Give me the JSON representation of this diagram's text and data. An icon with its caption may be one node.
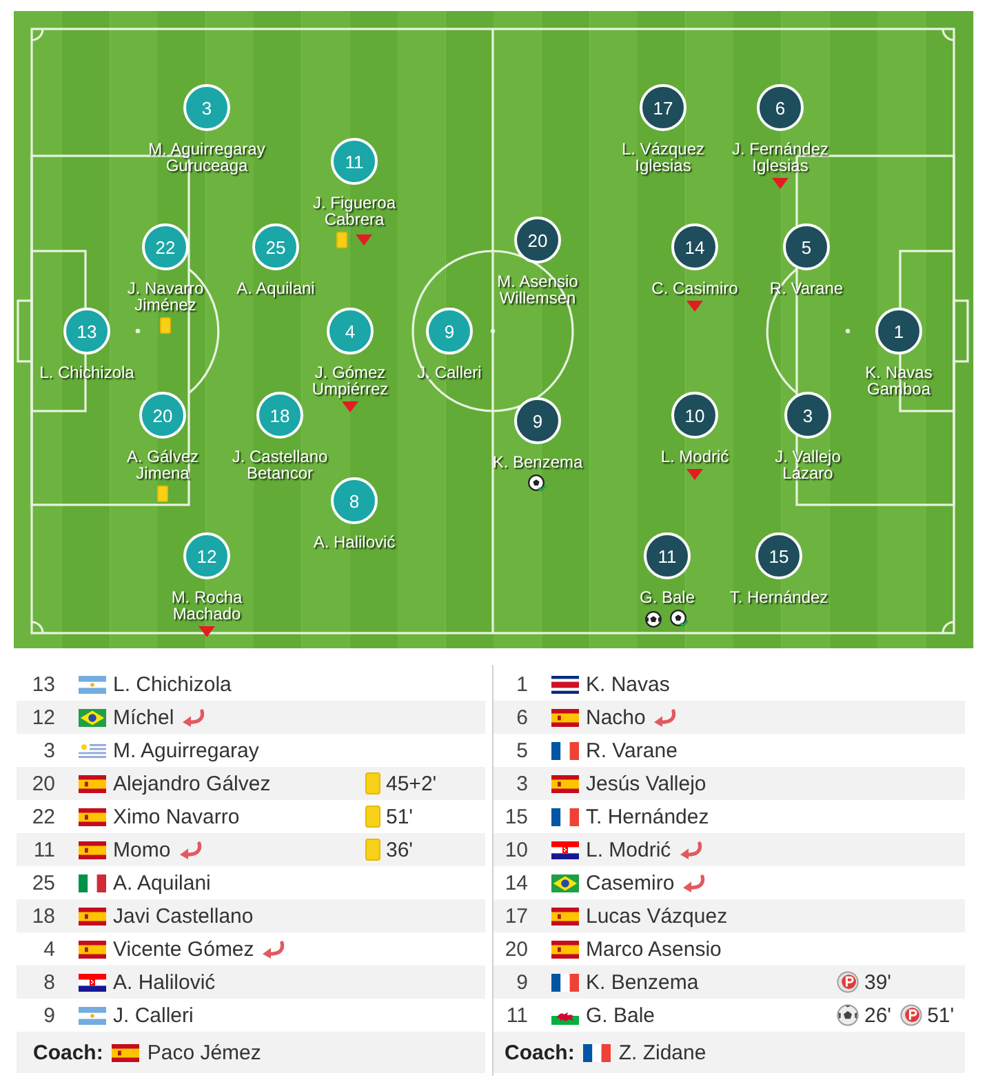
{
  "diagram": {
    "nodes": [
      {
        "text": [
          "3"
        ],
        "beside": [
          "M. Aguirregaray Guruceaga"
        ]
      },
      {
        "text": [
          "11"
        ],
        "beside": [
          "J. Figueroa Cabrera"
        ]
      },
      {
        "text": [
          "22"
        ],
        "beside": [
          "J. Navarro Jiménez"
        ]
      },
      {
        "text": [
          "25"
        ],
        "beside": [
          "A. Aquilani"
        ]
      },
      {
        "text": [
          "13"
        ],
        "beside": [
          "L. Chichizola"
        ]
      },
      {
        "text": [
          "4"
        ],
        "beside": [
          "J. Gómez Umpiérrez"
        ]
      },
      {
        "text": [
          "9"
        ],
        "beside": [
          "J. Calleri"
        ]
      },
      {
        "text": [
          "20"
        ],
        "beside": [
          "A. Gálvez Jimena"
        ]
      },
      {
        "text": [
          "18"
        ],
        "beside": [
          "J. Castellano Betancor"
        ]
      },
      {
        "text": [
          "8"
        ],
        "beside": [
          "A. Halilović"
        ]
      },
      {
        "text": [
          "12"
        ],
        "beside": [
          "M. Rocha Machado"
        ]
      },
      {
        "text": [
          "17"
        ],
        "beside": [
          "L. Vázquez Iglesias"
        ]
      },
      {
        "text": [
          "6"
        ],
        "beside": [
          "J. Fernández Iglesias"
        ]
      },
      {
        "text": [
          "20"
        ],
        "beside": [
          "M. Asensio Willemsen"
        ]
      },
      {
        "text": [
          "14"
        ],
        "beside": [
          "C. Casimiro"
        ]
      },
      {
        "text": [
          "5"
        ],
        "beside": [
          "R. Varane"
        ]
      },
      {
        "text": [
          "1"
        ],
        "beside": [
          "K. Navas Gamboa"
        ]
      },
      {
        "text": [
          "9"
        ],
        "beside": [
          "K. Benzema"
        ]
      },
      {
        "text": [
          "10"
        ],
        "beside": [
          "L. Modrić"
        ]
      },
      {
        "text": [
          "3"
        ],
        "beside": [
          "J. Vallejo Lázaro"
        ]
      },
      {
        "text": [
          "11"
        ],
        "beside": [
          "G. Bale"
        ]
      },
      {
        "text": [
          "15"
        ],
        "beside": [
          "T. Hernández"
        ]
      }
    ],
    "labels": [
      "13",
      "L. Chichizola",
      "12",
      "Míchel",
      "3",
      "M. Aguirregaray",
      "20",
      "Alejandro Gálvez",
      "45+2'",
      "22",
      "Ximo Navarro",
      "51'",
      "11",
      "Momo",
      "36'",
      "25",
      "A. Aquilani",
      "18",
      "Javi Castellano",
      "4",
      "Vicente Gómez",
      "8",
      "A. Halilović",
      "9",
      "J. Calleri",
      "Coach:",
      "Paco Jémez",
      "1",
      "K. Navas",
      "6",
      "Nacho",
      "5",
      "R. Varane",
      "3",
      "Jesús Vallejo",
      "15",
      "T. Hernández",
      "10",
      "L. Modrić",
      "14",
      "Casemiro",
      "17",
      "Lucas Vázquez",
      "20",
      "Marco Asensio",
      "9",
      "K. Benzema",
      "39'",
      "11",
      "G. Bale",
      "26'",
      "51'",
      "Coach:",
      "Z. Zidane"
    ]
  }
}
